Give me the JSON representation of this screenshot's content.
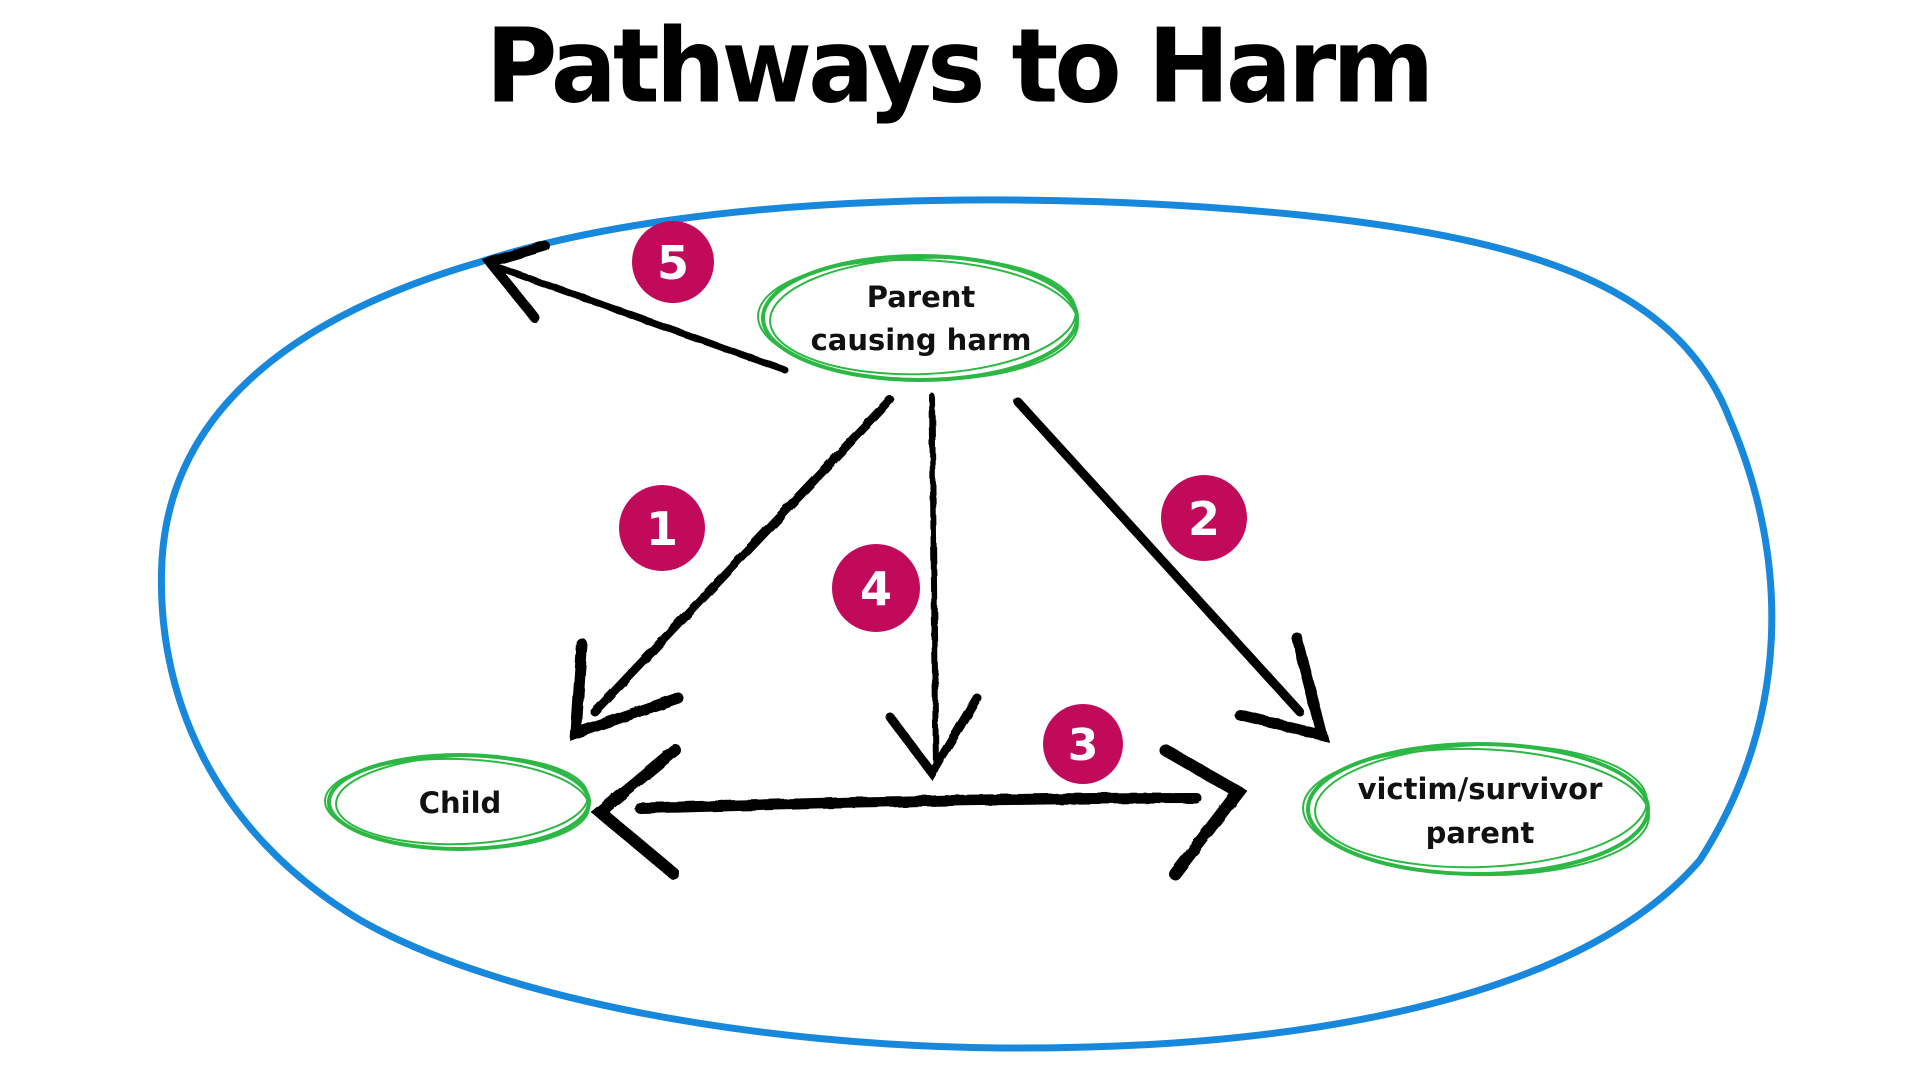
{
  "title": "Pathways to Harm",
  "colors": {
    "boundary": "#1788DB",
    "node_outline": "#2DB744",
    "badge": "#C20A5B",
    "badge_text": "#FFFFFF",
    "arrow": "#000000",
    "text": "#000000"
  },
  "nodes": {
    "parent_causing_harm": {
      "lines": [
        "Parent",
        "causing harm"
      ]
    },
    "child": {
      "lines": [
        "Child"
      ]
    },
    "victim_survivor_parent": {
      "lines": [
        "victim/survivor",
        "parent"
      ]
    }
  },
  "pathways": [
    {
      "number": "1",
      "from": "Parent causing harm",
      "to": "Child"
    },
    {
      "number": "2",
      "from": "Parent causing harm",
      "to": "victim/survivor parent"
    },
    {
      "number": "3",
      "from": "victim/survivor parent",
      "to": "Child",
      "bidirectional": true
    },
    {
      "number": "4",
      "from": "Parent causing harm",
      "to": "relationship between Child and victim/survivor parent"
    },
    {
      "number": "5",
      "from": "Parent causing harm",
      "to": "outside"
    }
  ],
  "badges": {
    "b1": "1",
    "b2": "2",
    "b3": "3",
    "b4": "4",
    "b5": "5"
  }
}
